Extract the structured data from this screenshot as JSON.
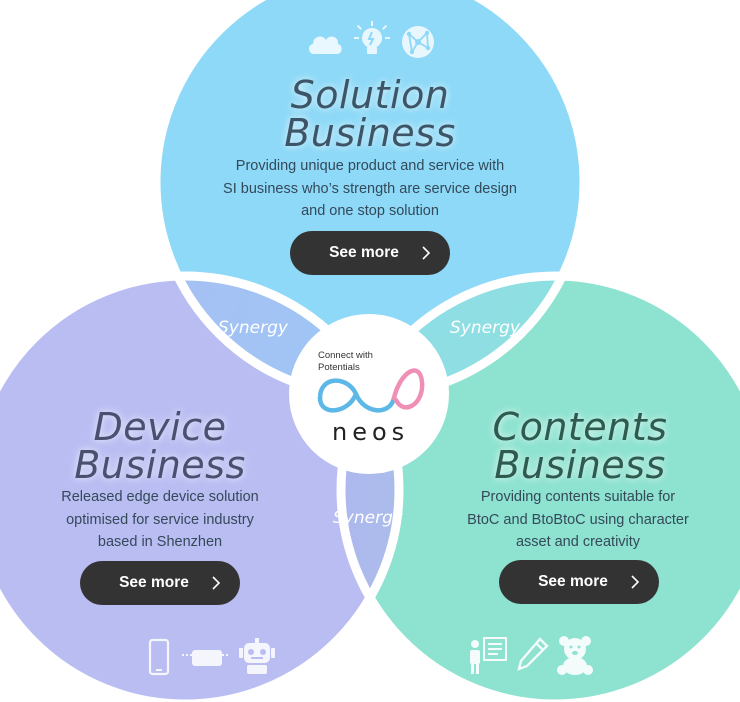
{
  "solution": {
    "title_line1": "Solution",
    "title_line2": "Business",
    "desc_line1": "Providing unique product and service with",
    "desc_line2": "SI business who’s strength are service design",
    "desc_line3": "and one stop solution",
    "button_label": "See more",
    "icons": [
      "cloud-icon",
      "lightbulb-icon",
      "network-icon"
    ]
  },
  "device": {
    "title_line1": "Device",
    "title_line2": "Business",
    "desc_line1": "Released edge device solution",
    "desc_line2": "optimised for service industry",
    "desc_line3": "based in Shenzhen",
    "button_label": "See more",
    "icons": [
      "smartphone-icon",
      "vr-glasses-icon",
      "robot-icon"
    ]
  },
  "contents": {
    "title_line1": "Contents",
    "title_line2": "Business",
    "desc_line1": "Providing contents suitable for",
    "desc_line2": "BtoC and BtoBtoC using character",
    "desc_line3": "asset and creativity",
    "button_label": "See more",
    "icons": [
      "presenter-icon",
      "pencil-icon",
      "teddy-bear-icon"
    ]
  },
  "synergy": {
    "left": "Synergy",
    "right": "Synergy",
    "bottom": "Synergy"
  },
  "logo": {
    "tagline_line1": "Connect with",
    "tagline_line2": "Potentials",
    "wordmark": "neos"
  },
  "colors": {
    "solution": "#8dd9f7",
    "device": "#b9bdf2",
    "contents": "#8de2d0",
    "button": "#333333",
    "logo_blue": "#5cb8e6",
    "logo_pink": "#ef8fb6"
  }
}
